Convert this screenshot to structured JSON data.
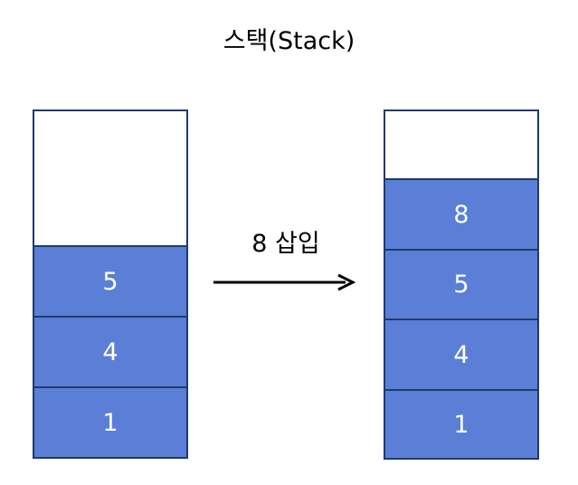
{
  "title": "스택(Stack)",
  "operation_label": "8 삽입",
  "colors": {
    "cell_fill": "#5b7fd6",
    "border": "#1f3a6e",
    "text_on_cell": "#ffffff"
  },
  "before_stack": {
    "items": [
      "5",
      "4",
      "1"
    ]
  },
  "after_stack": {
    "items": [
      "8",
      "5",
      "4",
      "1"
    ]
  }
}
